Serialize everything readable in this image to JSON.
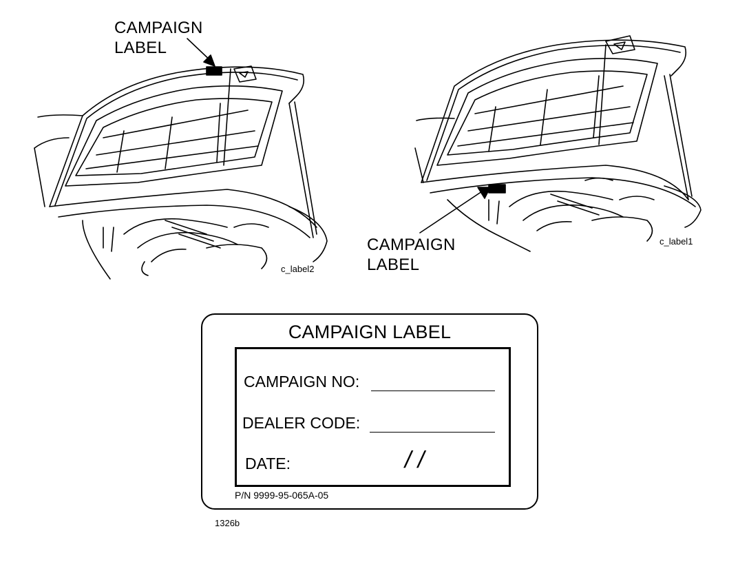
{
  "illustrations": {
    "left": {
      "callout_line1": "CAMPAIGN",
      "callout_line2": "LABEL",
      "figure_id": "c_label2"
    },
    "right": {
      "callout_line1": "CAMPAIGN",
      "callout_line2": "LABEL",
      "figure_id": "c_label1"
    }
  },
  "label": {
    "title": "CAMPAIGN LABEL",
    "campaign_no": "CAMPAIGN NO:",
    "dealer_code": "DEALER CODE:",
    "date": "DATE:",
    "date_slashes": "/   /",
    "part_number": "P/N 9999-95-065A-05"
  },
  "figure_number": "1326b"
}
